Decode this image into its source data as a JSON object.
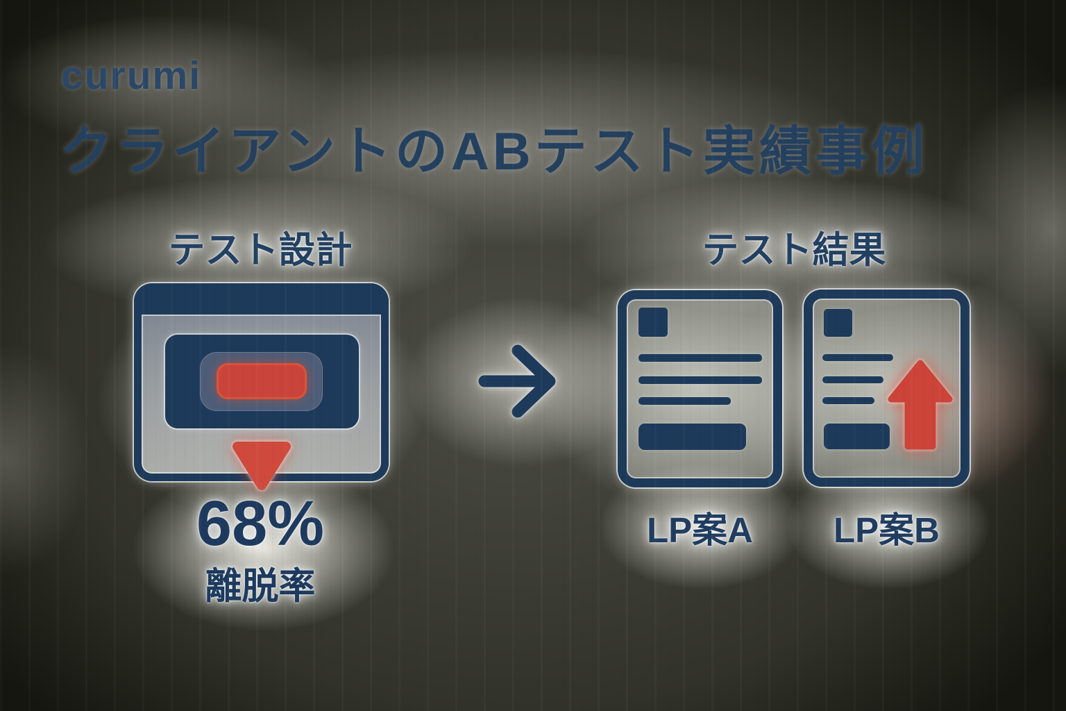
{
  "brand": {
    "logo": "curumi"
  },
  "header": {
    "title": "クライアントのABテスト実績事例"
  },
  "test_design": {
    "label": "テスト設計",
    "stat_value": "68%",
    "stat_label": "離脱率"
  },
  "test_results": {
    "label": "テスト結果",
    "variant_a": {
      "label": "LP案A"
    },
    "variant_b": {
      "label": "LP案B"
    }
  },
  "icons": {
    "window": "browser-window-icon",
    "cta_button": "cta-button-shape",
    "down_triangle": "arrow-down-triangle-icon",
    "flow_arrow": "arrow-right-icon",
    "doc_a": "document-icon",
    "doc_b": "document-up-arrow-icon"
  },
  "colors": {
    "navy": "#1d3a5a",
    "red": "#c9443a",
    "slate_panel": "#4e5d78",
    "glow_white": "#ffffff",
    "background_dark": "#31322a"
  }
}
